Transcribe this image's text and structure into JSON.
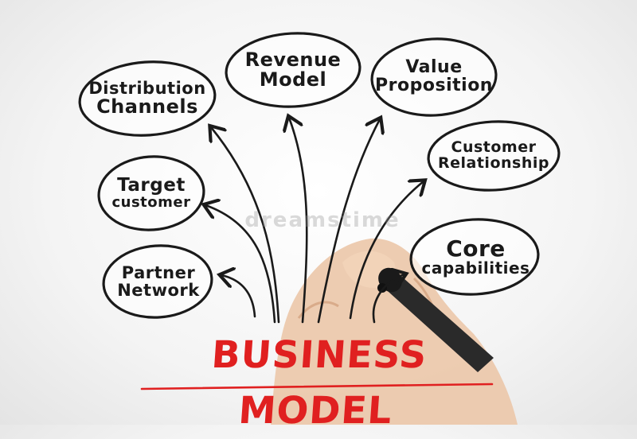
{
  "diagram": {
    "title": "BUSINESS MODEL",
    "watermark": "dreamstime",
    "nodes": [
      {
        "id": "distribution-channels",
        "lines": [
          "Distribution",
          "Channels"
        ]
      },
      {
        "id": "revenue-model",
        "lines": [
          "Revenue",
          "Model"
        ]
      },
      {
        "id": "value-proposition",
        "lines": [
          "Value",
          "Proposition"
        ]
      },
      {
        "id": "customer-relationship",
        "lines": [
          "Customer",
          "Relationship"
        ]
      },
      {
        "id": "target-customer",
        "lines": [
          "Target",
          "customer"
        ]
      },
      {
        "id": "core-capabilities",
        "lines": [
          "Core",
          "capabilities"
        ]
      },
      {
        "id": "partner-network",
        "lines": [
          "Partner",
          "Network"
        ]
      }
    ],
    "colors": {
      "title": "#e02020",
      "underline": "#e02020",
      "ink": "#1a1a1a",
      "skin": "#e9c3a4"
    }
  }
}
